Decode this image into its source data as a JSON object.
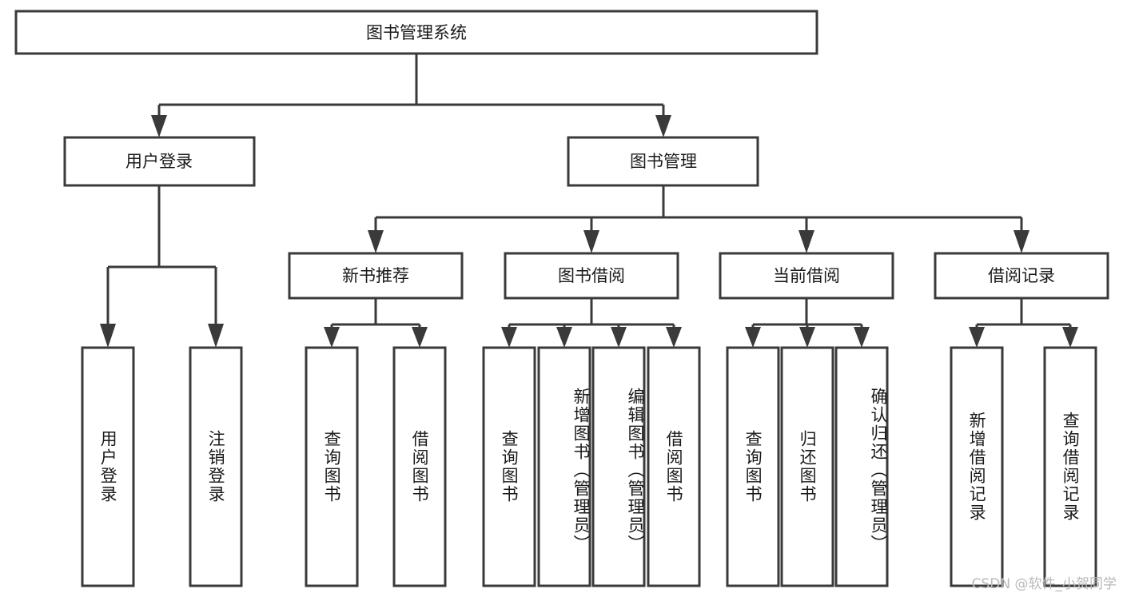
{
  "diagram": {
    "type": "tree-hierarchy",
    "title_node": {
      "id": "root",
      "label": "图书管理系统"
    },
    "level2": [
      {
        "id": "login",
        "label": "用户登录"
      },
      {
        "id": "bookmgmt",
        "label": "图书管理"
      }
    ],
    "level3": [
      {
        "id": "newbook",
        "label": "新书推荐",
        "parent": "bookmgmt"
      },
      {
        "id": "borrow",
        "label": "图书借阅",
        "parent": "bookmgmt"
      },
      {
        "id": "current",
        "label": "当前借阅",
        "parent": "bookmgmt"
      },
      {
        "id": "records",
        "label": "借阅记录",
        "parent": "bookmgmt"
      }
    ],
    "leaves": [
      {
        "id": "leaf-user-login",
        "label": "用户登录",
        "parent": "login"
      },
      {
        "id": "leaf-logout",
        "label": "注销登录",
        "parent": "login"
      },
      {
        "id": "leaf-query-book-1",
        "label": "查询图书",
        "parent": "newbook"
      },
      {
        "id": "leaf-borrow-book-1",
        "label": "借阅图书",
        "parent": "newbook"
      },
      {
        "id": "leaf-query-book-2",
        "label": "查询图书",
        "parent": "borrow"
      },
      {
        "id": "leaf-add-book",
        "label": "新增图书（管理员）",
        "parent": "borrow"
      },
      {
        "id": "leaf-edit-book",
        "label": "编辑图书（管理员）",
        "parent": "borrow"
      },
      {
        "id": "leaf-borrow-book-2",
        "label": "借阅图书",
        "parent": "borrow"
      },
      {
        "id": "leaf-query-book-3",
        "label": "查询图书",
        "parent": "current"
      },
      {
        "id": "leaf-return-book",
        "label": "归还图书",
        "parent": "current"
      },
      {
        "id": "leaf-confirm-return",
        "label": "确认归还（管理员）",
        "parent": "current"
      },
      {
        "id": "leaf-add-record",
        "label": "新增借阅记录",
        "parent": "records"
      },
      {
        "id": "leaf-query-record",
        "label": "查询借阅记录",
        "parent": "records"
      }
    ]
  },
  "watermark": {
    "text": "CSDN @软件_小贺同学"
  },
  "colors": {
    "stroke": "#3a3a3a",
    "fill": "#ffffff",
    "text": "#1a1a1a",
    "watermark": "#b9b9b9"
  }
}
